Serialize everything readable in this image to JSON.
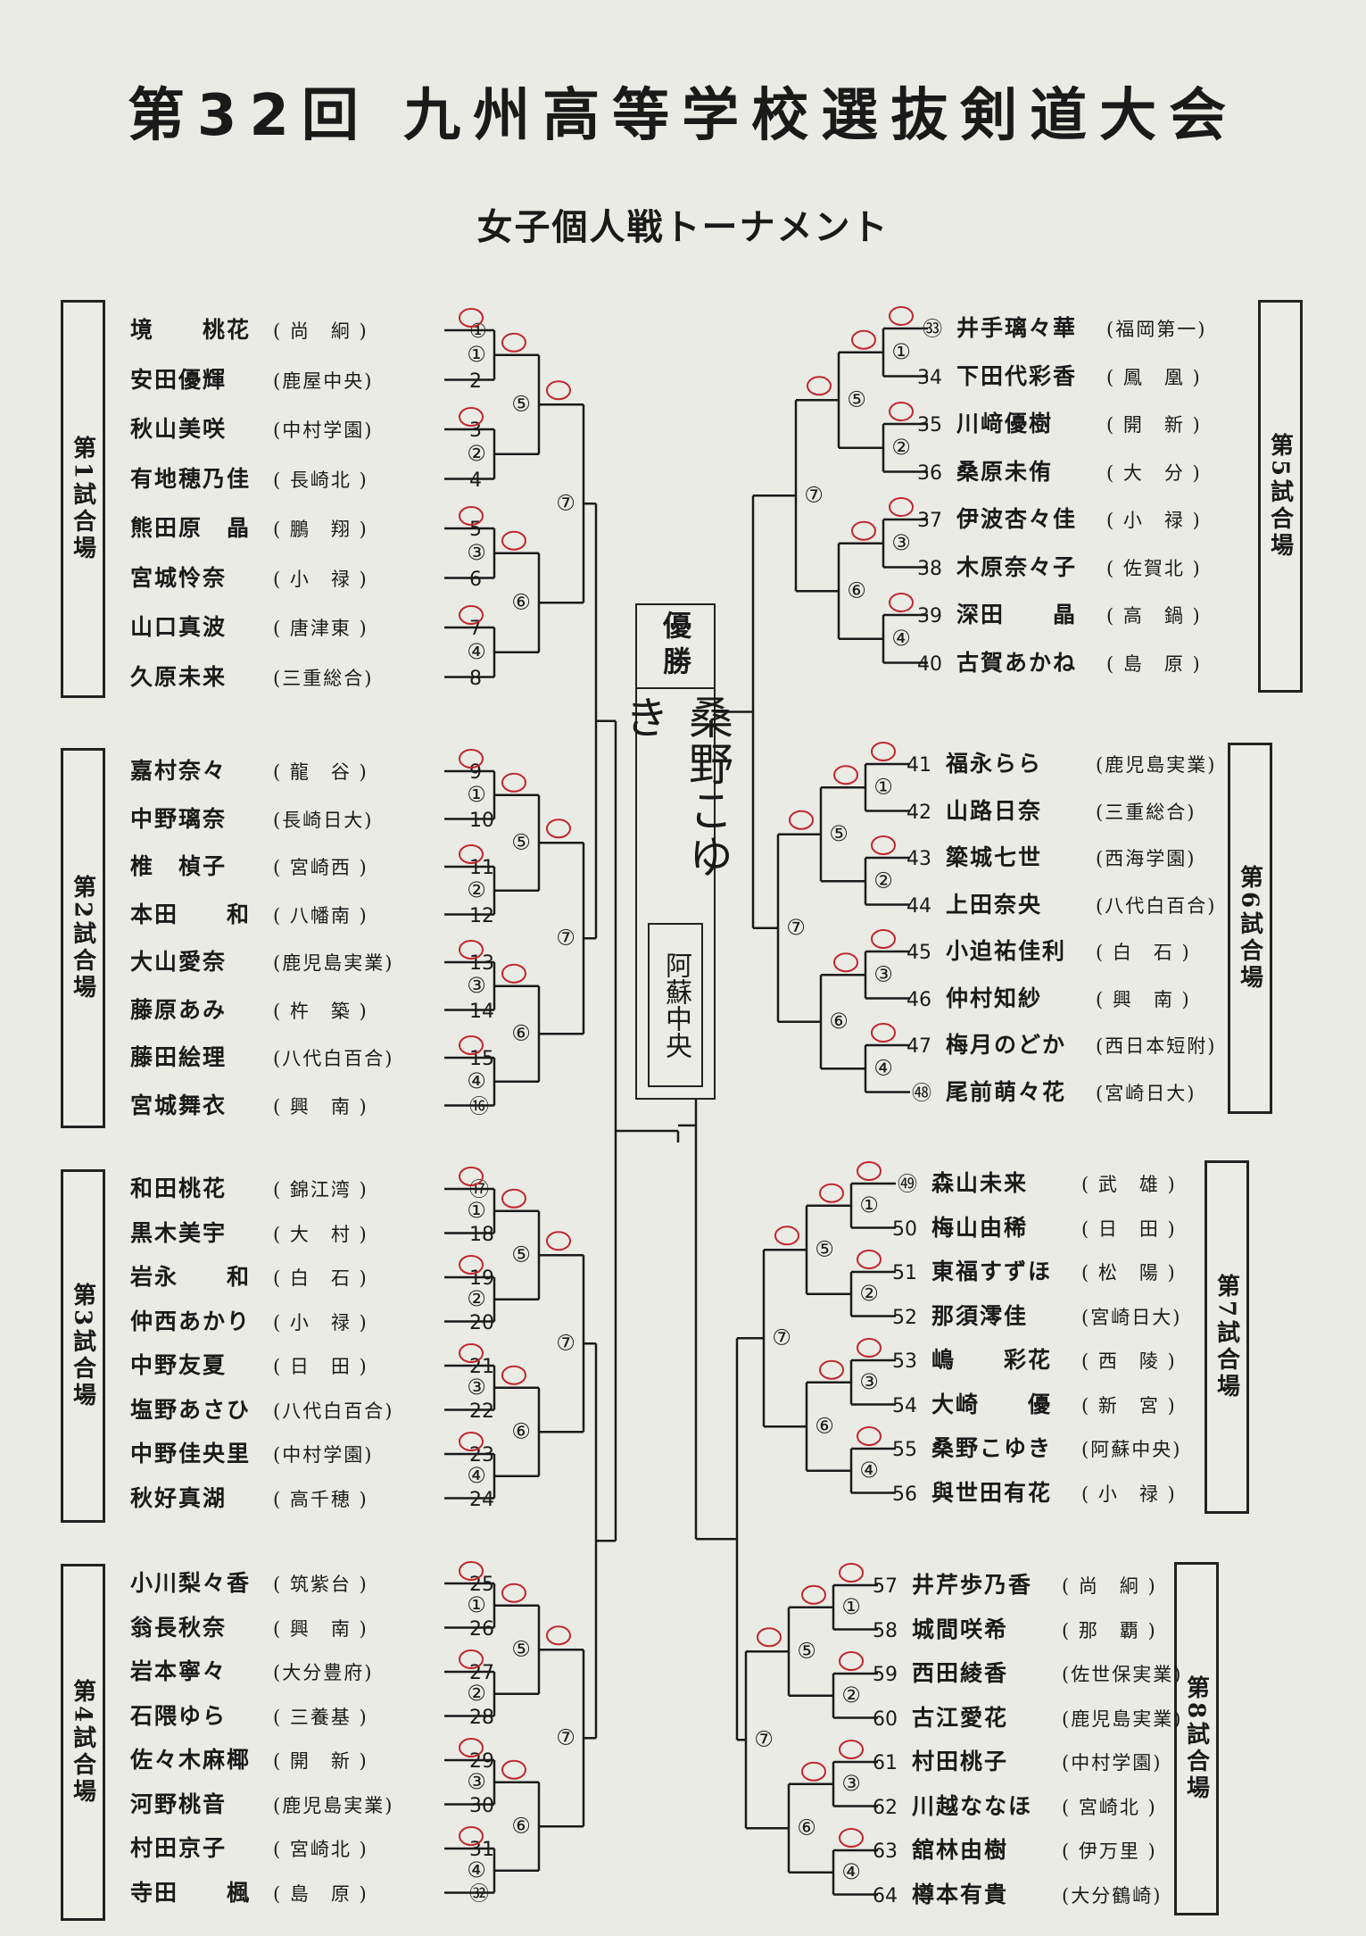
{
  "title": "第32回 九州高等学校選抜剣道大会",
  "subtitle": "女子個人戦トーナメント",
  "final_box": {
    "header": "優勝",
    "winner_name": "桑野こゆき",
    "winner_school": "阿蘇中央"
  },
  "courts": [
    "第1試合場",
    "第2試合場",
    "第3試合場",
    "第4試合場",
    "第5試合場",
    "第6試合場",
    "第7試合場",
    "第8試合場"
  ],
  "match_labels": [
    "①",
    "②",
    "③",
    "④",
    "⑤",
    "⑥",
    "⑦"
  ],
  "left_players": [
    {
      "no": "①",
      "name": "境　　桃花",
      "school": "( 尚　絅 )"
    },
    {
      "no": "2",
      "name": "安田優輝",
      "school": "(鹿屋中央)"
    },
    {
      "no": "3",
      "name": "秋山美咲",
      "school": "(中村学園)"
    },
    {
      "no": "4",
      "name": "有地穂乃佳",
      "school": "( 長崎北 )"
    },
    {
      "no": "5",
      "name": "熊田原　晶",
      "school": "( 鵬　翔 )"
    },
    {
      "no": "6",
      "name": "宮城怜奈",
      "school": "( 小　禄 )"
    },
    {
      "no": "7",
      "name": "山口真波",
      "school": "( 唐津東 )"
    },
    {
      "no": "8",
      "name": "久原未来",
      "school": "(三重総合)"
    },
    {
      "no": "9",
      "name": "嘉村奈々",
      "school": "( 龍　谷 )"
    },
    {
      "no": "10",
      "name": "中野璃奈",
      "school": "(長崎日大)"
    },
    {
      "no": "11",
      "name": "椎　楨子",
      "school": "( 宮崎西 )"
    },
    {
      "no": "12",
      "name": "本田　　和",
      "school": "( 八幡南 )"
    },
    {
      "no": "13",
      "name": "大山愛奈",
      "school": "(鹿児島実業)"
    },
    {
      "no": "14",
      "name": "藤原あみ",
      "school": "( 杵　築 )"
    },
    {
      "no": "15",
      "name": "藤田絵理",
      "school": "(八代白百合)"
    },
    {
      "no": "⑯",
      "name": "宮城舞衣",
      "school": "( 興　南 )"
    },
    {
      "no": "⑰",
      "name": "和田桃花",
      "school": "( 錦江湾 )"
    },
    {
      "no": "18",
      "name": "黒木美宇",
      "school": "( 大　村 )"
    },
    {
      "no": "19",
      "name": "岩永　　和",
      "school": "( 白　石 )"
    },
    {
      "no": "20",
      "name": "仲西あかり",
      "school": "( 小　禄 )"
    },
    {
      "no": "21",
      "name": "中野友夏",
      "school": "( 日　田 )"
    },
    {
      "no": "22",
      "name": "塩野あさひ",
      "school": "(八代白百合)"
    },
    {
      "no": "23",
      "name": "中野佳央里",
      "school": "(中村学園)"
    },
    {
      "no": "24",
      "name": "秋好真湖",
      "school": "( 高千穂 )"
    },
    {
      "no": "25",
      "name": "小川梨々香",
      "school": "( 筑紫台 )"
    },
    {
      "no": "26",
      "name": "翁長秋奈",
      "school": "( 興　南 )"
    },
    {
      "no": "27",
      "name": "岩本寧々",
      "school": "(大分豊府)"
    },
    {
      "no": "28",
      "name": "石隈ゆら",
      "school": "( 三養基 )"
    },
    {
      "no": "29",
      "name": "佐々木麻椰",
      "school": "( 開　新 )"
    },
    {
      "no": "30",
      "name": "河野桃音",
      "school": "(鹿児島実業)"
    },
    {
      "no": "31",
      "name": "村田京子",
      "school": "( 宮崎北 )"
    },
    {
      "no": "㉜",
      "name": "寺田　　楓",
      "school": "( 島　原 )"
    }
  ],
  "right_players": [
    {
      "no": "㉝",
      "name": "井手璃々華",
      "school": "(福岡第一)"
    },
    {
      "no": "34",
      "name": "下田代彩香",
      "school": "( 鳳　凰 )"
    },
    {
      "no": "35",
      "name": "川﨑優樹",
      "school": "( 開　新 )"
    },
    {
      "no": "36",
      "name": "桑原未侑",
      "school": "( 大　分 )"
    },
    {
      "no": "37",
      "name": "伊波杏々佳",
      "school": "( 小　禄 )"
    },
    {
      "no": "38",
      "name": "木原奈々子",
      "school": "( 佐賀北 )"
    },
    {
      "no": "39",
      "name": "深田　　晶",
      "school": "( 高　鍋 )"
    },
    {
      "no": "40",
      "name": "古賀あかね",
      "school": "( 島　原 )"
    },
    {
      "no": "41",
      "name": "福永らら",
      "school": "(鹿児島実業)"
    },
    {
      "no": "42",
      "name": "山路日奈",
      "school": "(三重総合)"
    },
    {
      "no": "43",
      "name": "簗城七世",
      "school": "(西海学園)"
    },
    {
      "no": "44",
      "name": "上田奈央",
      "school": "(八代白百合)"
    },
    {
      "no": "45",
      "name": "小迫祐佳利",
      "school": "( 白　石 )"
    },
    {
      "no": "46",
      "name": "仲村知紗",
      "school": "( 興　南 )"
    },
    {
      "no": "47",
      "name": "梅月のどか",
      "school": "(西日本短附)"
    },
    {
      "no": "㊽",
      "name": "尾前萌々花",
      "school": "(宮崎日大)"
    },
    {
      "no": "㊾",
      "name": "森山未来",
      "school": "( 武　雄 )"
    },
    {
      "no": "50",
      "name": "梅山由稀",
      "school": "( 日　田 )"
    },
    {
      "no": "51",
      "name": "東福すずほ",
      "school": "( 松　陽 )"
    },
    {
      "no": "52",
      "name": "那須澪佳",
      "school": "(宮崎日大)"
    },
    {
      "no": "53",
      "name": "嶋　　彩花",
      "school": "( 西　陵 )"
    },
    {
      "no": "54",
      "name": "大崎　　優",
      "school": "( 新　宮 )"
    },
    {
      "no": "55",
      "name": "桑野こゆき",
      "school": "(阿蘇中央)"
    },
    {
      "no": "56",
      "name": "與世田有花",
      "school": "( 小　禄 )"
    },
    {
      "no": "57",
      "name": "井芹歩乃香",
      "school": "( 尚　絅 )"
    },
    {
      "no": "58",
      "name": "城間咲希",
      "school": "( 那　覇 )"
    },
    {
      "no": "59",
      "name": "西田綾香",
      "school": "(佐世保実業)"
    },
    {
      "no": "60",
      "name": "古江愛花",
      "school": "(鹿児島実業)"
    },
    {
      "no": "61",
      "name": "村田桃子",
      "school": "(中村学園)"
    },
    {
      "no": "62",
      "name": "川越ななほ",
      "school": "( 宮崎北 )"
    },
    {
      "no": "63",
      "name": "舘林由樹",
      "school": "( 伊万里 )"
    },
    {
      "no": "64",
      "name": "樽本有貴",
      "school": "(大分鶴崎)"
    }
  ],
  "colors": {
    "ink": "#1a1a1a",
    "red_marks": "#c0262b",
    "paper": "#ebebe6"
  }
}
